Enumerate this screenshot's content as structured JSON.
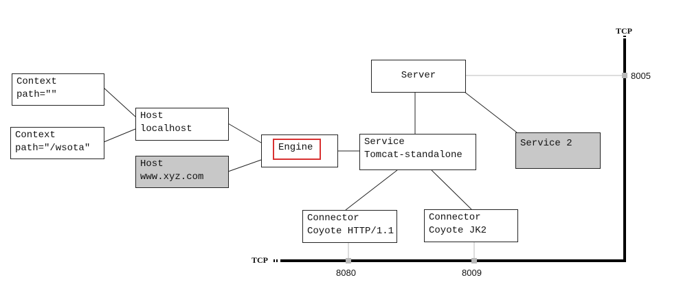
{
  "nodes": {
    "context_root": {
      "line1": "Context",
      "line2": "path=\"\""
    },
    "context_wsota": {
      "line1": "Context",
      "line2": "path=\"/wsota\""
    },
    "host_localhost": {
      "line1": "Host",
      "line2": "localhost"
    },
    "host_xyz": {
      "line1": "Host",
      "line2": "www.xyz.com"
    },
    "engine": {
      "label": "Engine"
    },
    "service": {
      "line1": "Service",
      "line2": "Tomcat-standalone"
    },
    "server": {
      "label": "Server"
    },
    "service2": {
      "label": "Service 2"
    },
    "connector_http": {
      "line1": "Connector",
      "line2": "Coyote HTTP/1.1"
    },
    "connector_jk2": {
      "line1": "Connector",
      "line2": "Coyote JK2"
    }
  },
  "labels": {
    "tcp_top": "TCP",
    "tcp_bottom": "TCP",
    "port_server": "8005",
    "port_http": "8080",
    "port_jk2": "8009"
  },
  "colors": {
    "highlight": "#d83030",
    "gray_fill": "#c8c8c8",
    "port_marker": "#b8b8b8"
  }
}
